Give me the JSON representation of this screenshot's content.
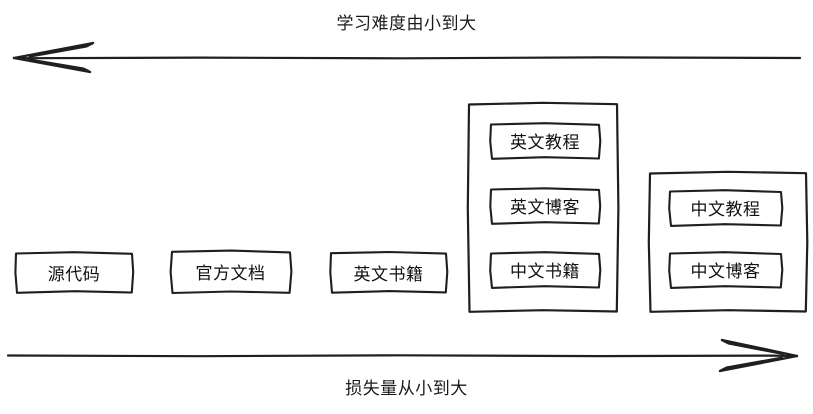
{
  "diagram": {
    "type": "sketch-spectrum-diagram",
    "style": "hand-drawn",
    "stroke_color": "#1a1a1a",
    "background_color": "#ffffff",
    "top_axis": {
      "label": "学习难度由小到大",
      "direction": "left",
      "arrow_name": "difficulty-axis-arrow"
    },
    "bottom_axis": {
      "label": "损失量从小到大",
      "direction": "right",
      "arrow_name": "loss-axis-arrow"
    },
    "items": [
      {
        "id": "source-code",
        "label": "源代码",
        "group": null
      },
      {
        "id": "official-docs",
        "label": "官方文档",
        "group": null
      },
      {
        "id": "english-books",
        "label": "英文书籍",
        "group": null
      },
      {
        "id": "english-tutorials",
        "label": "英文教程",
        "group": "group-1"
      },
      {
        "id": "english-blogs",
        "label": "英文博客",
        "group": "group-1"
      },
      {
        "id": "chinese-books",
        "label": "中文书籍",
        "group": "group-1"
      },
      {
        "id": "chinese-tutorials",
        "label": "中文教程",
        "group": "group-2"
      },
      {
        "id": "chinese-blogs",
        "label": "中文博客",
        "group": "group-2"
      }
    ],
    "groups": [
      {
        "id": "group-1",
        "members": [
          "英文教程",
          "英文博客",
          "中文书籍"
        ]
      },
      {
        "id": "group-2",
        "members": [
          "中文教程",
          "中文博客"
        ]
      }
    ]
  }
}
